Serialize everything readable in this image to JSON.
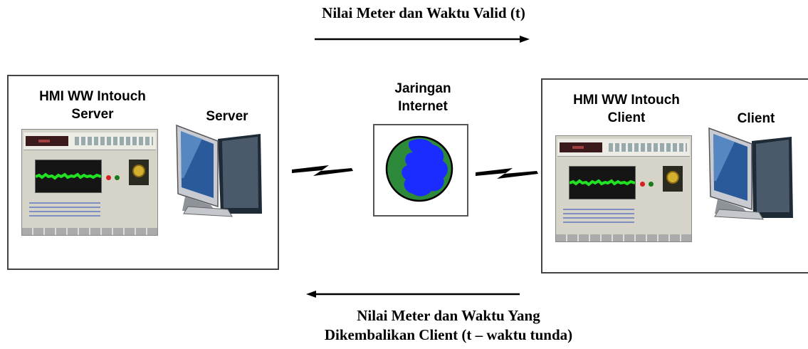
{
  "top_caption": "Nilai Meter dan Waktu Valid (t)",
  "bottom_caption": {
    "line1": "Nilai Meter dan Waktu Yang",
    "line2": "Dikembalikan Client (t – waktu tunda)"
  },
  "server_panel": {
    "hmi_label_line1": "HMI WW Intouch",
    "hmi_label_line2": "Server",
    "computer_label": "Server"
  },
  "network": {
    "label_line1": "Jaringan",
    "label_line2": "Internet"
  },
  "client_panel": {
    "hmi_label_line1": "HMI WW Intouch",
    "hmi_label_line2": "Client",
    "computer_label": "Client"
  },
  "icons": [
    "arrow-right-icon",
    "arrow-left-icon",
    "lightning-link-icon",
    "globe-icon",
    "computer-icon",
    "hmi-screen-icon"
  ],
  "colors": {
    "globe_blue": "#1a2cff",
    "globe_green": "#2d8a3a",
    "trend_green": "#22e022"
  }
}
